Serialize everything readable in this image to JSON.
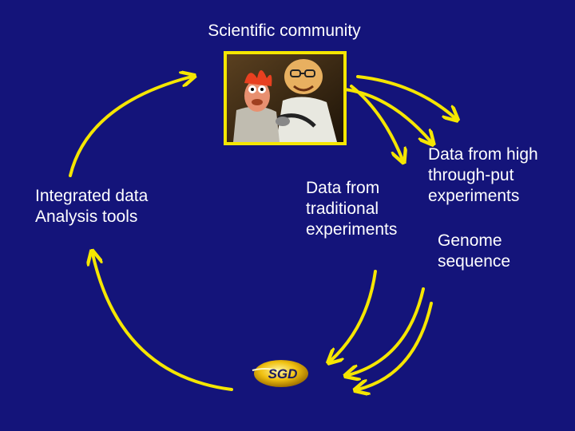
{
  "diagram": {
    "title": "Scientific community",
    "nodes": {
      "analysis_tools": "Integrated data\nAnalysis tools",
      "traditional": "Data from\ntraditional\nexperiments",
      "high_throughput": "Data from high\nthrough-put\nexperiments",
      "genome": "Genome\nsequence"
    },
    "logo_text": "SGD",
    "photo_icon": "muppet-scientists-photo",
    "colors": {
      "background": "#14147a",
      "arrow": "#f5e600",
      "text": "#ffffff"
    }
  }
}
